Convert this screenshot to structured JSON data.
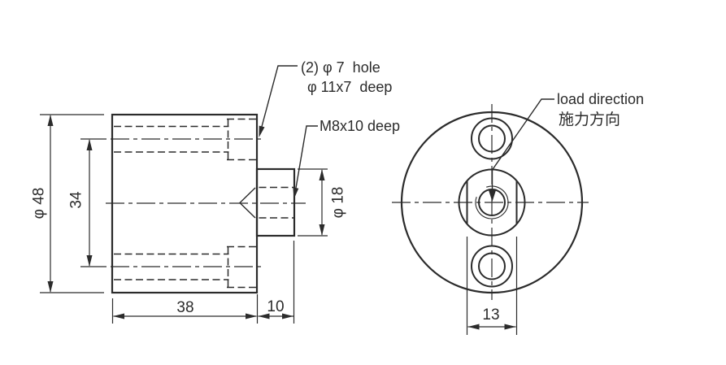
{
  "drawing": {
    "annotations": {
      "hole_note_line1": "(2) φ 7  hole",
      "hole_note_line2": "φ 11x7  deep",
      "thread_note": "M8x10 deep",
      "load_direction_en": "load direction",
      "load_direction_cjk": "施力方向"
    },
    "dimensions": {
      "outer_diameter": "φ 48",
      "hole_spacing": "34",
      "body_length": "38",
      "boss_length": "10",
      "boss_diameter": "φ 18",
      "flat_width": "13"
    },
    "colors": {
      "line": "#2b2b2b",
      "background": "#ffffff"
    }
  }
}
